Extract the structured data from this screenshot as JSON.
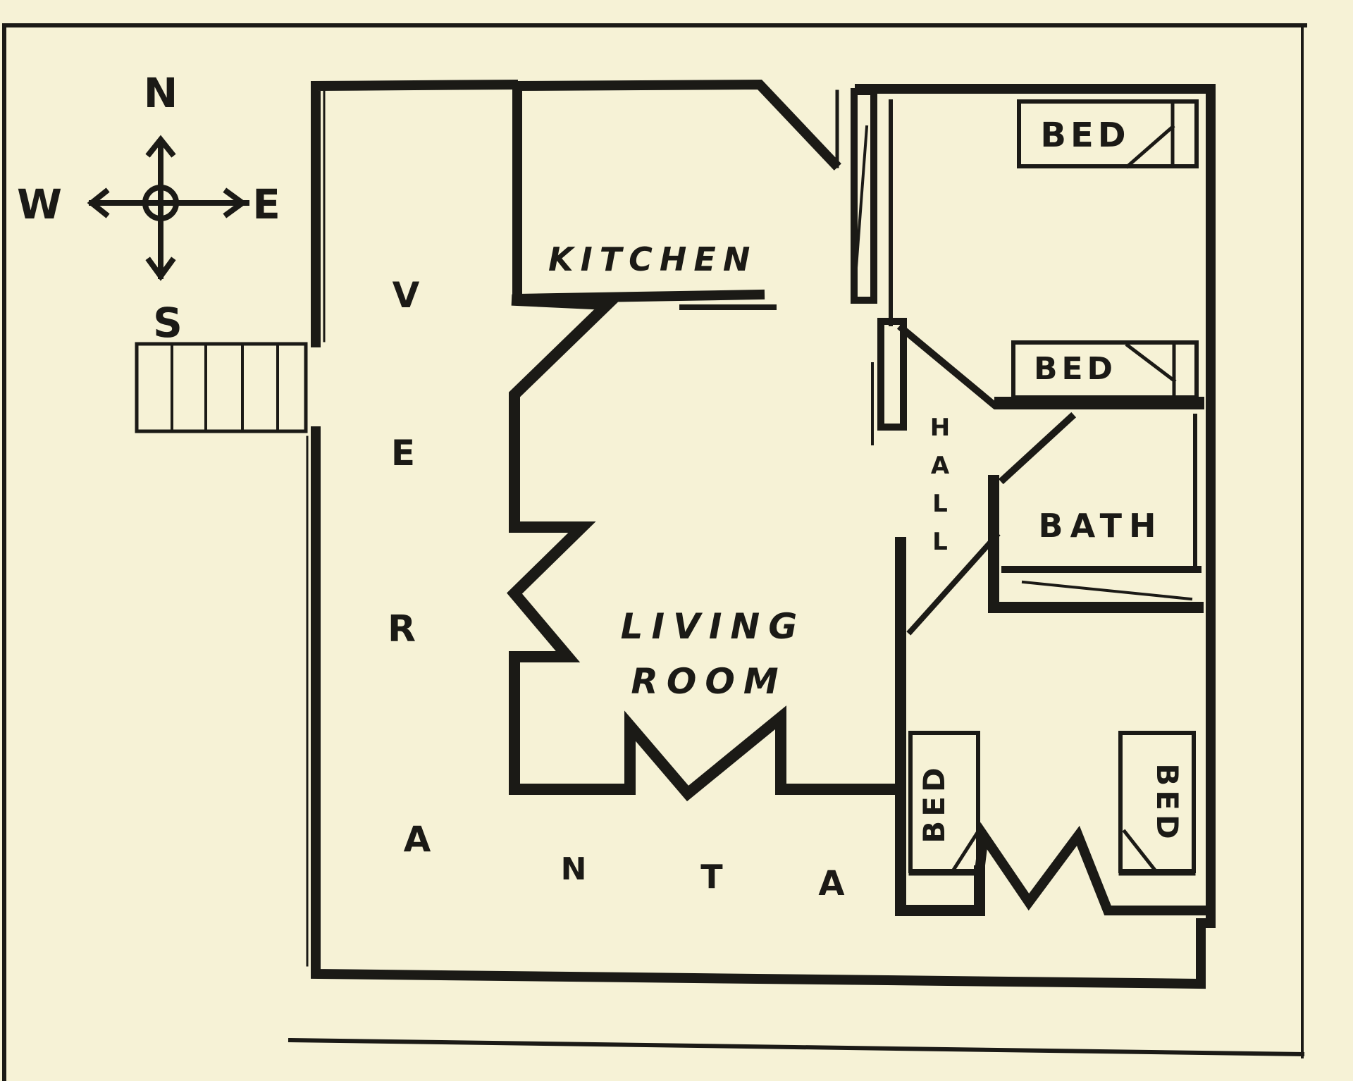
{
  "compass": {
    "north": "N",
    "south": "S",
    "east": "E",
    "west": "W"
  },
  "rooms": {
    "kitchen": "KITCHEN",
    "living_room_line1": "LIVING",
    "living_room_line2": "ROOM",
    "hall": [
      "H",
      "A",
      "L",
      "L"
    ],
    "bath": "BATH",
    "bed_ne": "BED",
    "bed_e": "BED",
    "bed_sw": "BED",
    "bed_se": "BED"
  },
  "veranda_letters": [
    "V",
    "E",
    "R",
    "A",
    "N",
    "T",
    "A"
  ],
  "colors": {
    "paper": "#f6f2d6",
    "ink": "#1b1a16"
  }
}
